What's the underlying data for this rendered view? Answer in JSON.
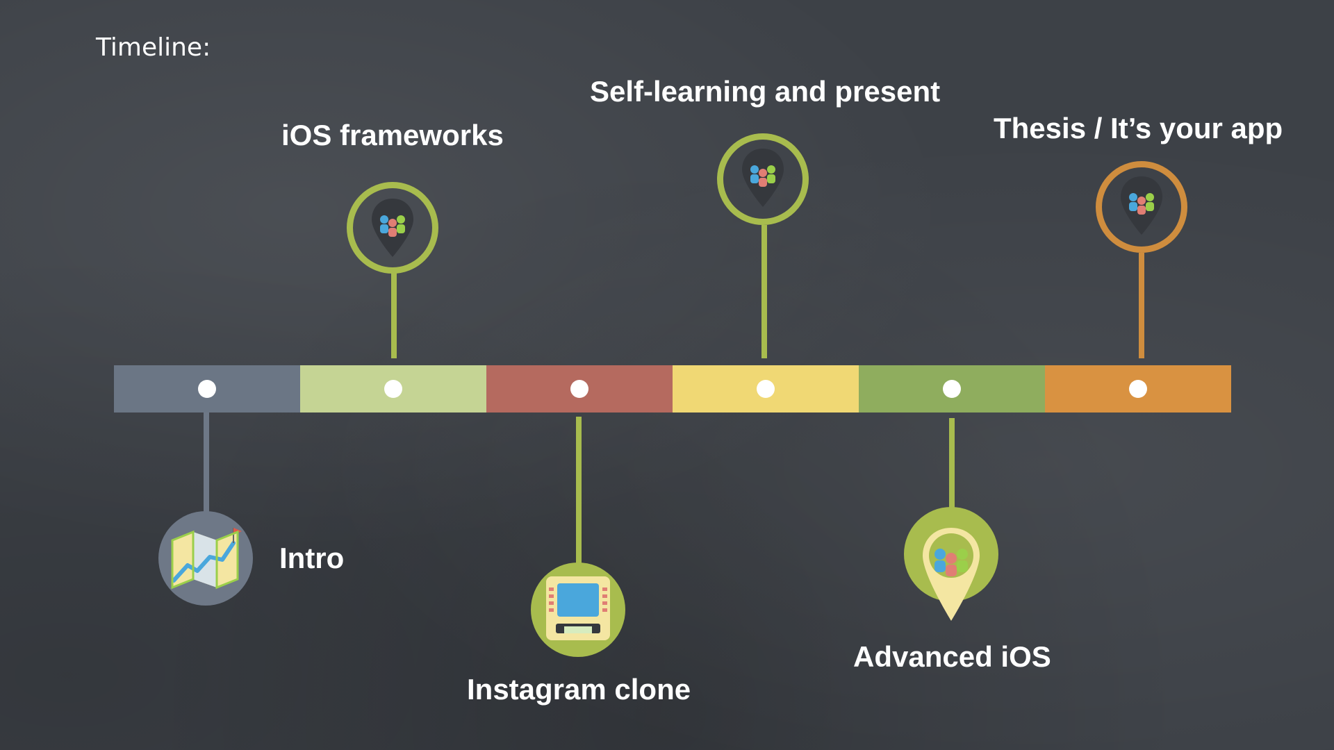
{
  "slide": {
    "title": "Timeline:"
  },
  "colors": {
    "background": "#3d4147",
    "seg1": "#6b7685",
    "seg2": "#c5d494",
    "seg3": "#b56a5f",
    "seg4": "#f0d874",
    "seg5": "#8fad5e",
    "seg6": "#d99241",
    "green_accent": "#a8bc4e",
    "orange_accent": "#cf8d3e",
    "slate_accent": "#6e7887"
  },
  "timeline": {
    "milestones": [
      {
        "label": "Intro",
        "icon": "map-icon"
      },
      {
        "label": "iOS frameworks",
        "icon": "team-pin-icon"
      },
      {
        "label": "Instagram clone",
        "icon": "atm-icon"
      },
      {
        "label": "Self-learning and present",
        "icon": "team-pin-icon"
      },
      {
        "label": "Advanced iOS",
        "icon": "team-pin-icon"
      },
      {
        "label": "Thesis / It’s your app",
        "icon": "team-pin-icon"
      }
    ]
  }
}
